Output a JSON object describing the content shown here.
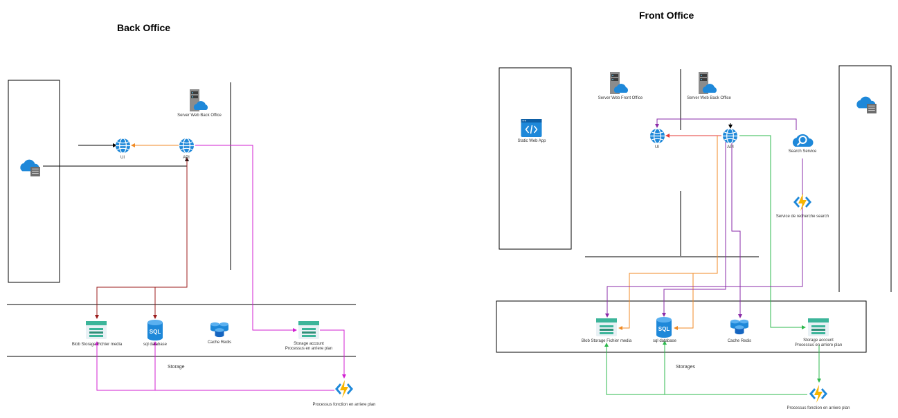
{
  "back_office": {
    "title": "Back Office",
    "server_label": "Server Web Back Office",
    "ui_label": "UI",
    "api_label": "API",
    "blob_label": "Blob Storage Fichier media",
    "sql_label": "sql database",
    "cache_label": "Cache Redis",
    "storage_account_label": "Storage account",
    "storage_account_sub": "Processus en arriere plan",
    "function_label": "Processus fonction en arriere plan",
    "storage_region_label": "Storage"
  },
  "front_office": {
    "title": "Front Office",
    "static_app_label": "Static Web App",
    "server_front_label": "Server Web Front Office",
    "server_back_label": "Server Web Back Office",
    "ui_label": "UI",
    "api_label": "API",
    "search_label": "Search Service",
    "function_search_label": "Service de recherche search",
    "blob_label": "Blob Storage Fichier media",
    "sql_label": "sql database",
    "cache_label": "Cache Redis",
    "storage_account_label": "Storage account",
    "storage_account_sub": "Processus en arriere plan",
    "function_label": "Processus fonction en arriere plan",
    "storage_region_label": "Storages"
  },
  "colors": {
    "azure_blue": "#1e88d9",
    "connector_black": "#000000",
    "connector_darkred": "#9b1b1b",
    "connector_magenta": "#d21fd2",
    "connector_orange": "#f08a24",
    "connector_green": "#2db84d",
    "connector_purple": "#8a2ba8",
    "connector_red": "#e53935",
    "storage_green": "#3cb59a",
    "function_yellow": "#f7b500"
  }
}
